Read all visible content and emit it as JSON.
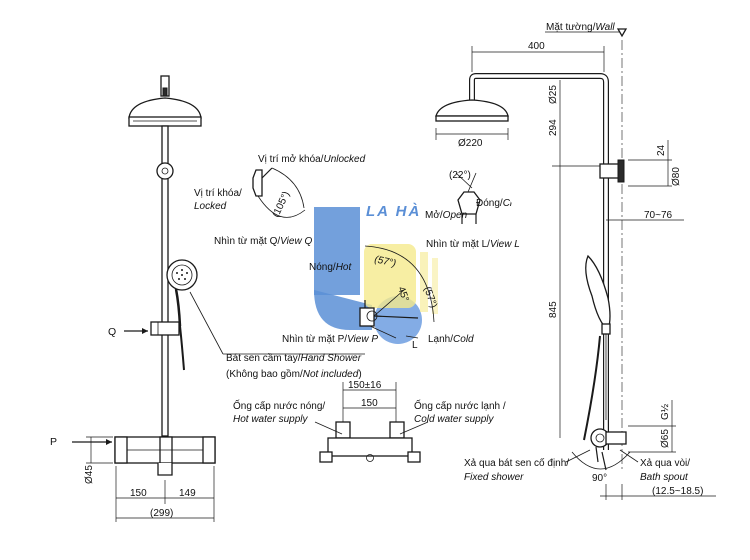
{
  "watermark": {
    "text": "LA HÀ",
    "colors": {
      "blue": "#5b8fd6",
      "yellow": "#f5ea8c"
    }
  },
  "labels": {
    "wall": {
      "vi": "Mặt tường/",
      "en": "Wall"
    },
    "unlocked": {
      "vi": "Vị trí mở khóa/",
      "en": "Unlocked"
    },
    "locked_vi": "Vị trí khóa/",
    "locked_en": "Locked",
    "view_q": {
      "vi": "Nhìn từ mặt Q/",
      "en": "View Q"
    },
    "open": {
      "vi": "Mở/",
      "en": "Open"
    },
    "close": {
      "vi": "Đóng/",
      "en": "Close"
    },
    "view_l": {
      "vi": "Nhìn từ mặt L/",
      "en": "View L"
    },
    "hot": {
      "vi": "Nóng/",
      "en": "Hot"
    },
    "cold": {
      "vi": "Lạnh/",
      "en": "Cold"
    },
    "view_p": {
      "vi": "Nhìn từ mặt P/",
      "en": "View P"
    },
    "hand_shower": {
      "vi": "Bát sen cầm tay/",
      "en": "Hand Shower"
    },
    "not_included": {
      "vi": "(Không bao gồm/",
      "en": "Not included",
      "close": ")"
    },
    "hot_supply_vi": "Ống cấp nước nóng/",
    "hot_supply_en": "Hot water supply",
    "cold_supply_vi": "Ống cấp nước lạnh /",
    "cold_supply_en": "Cold water supply",
    "fixed_shower_vi": "Xả qua bát sen cố định/",
    "fixed_shower_en": "Fixed shower",
    "bath_spout_vi": "Xả qua vòi/",
    "bath_spout_en": "Bath spout",
    "q": "Q",
    "p": "P",
    "l": "L"
  },
  "dimensions": {
    "d400": "400",
    "d25": "Ø25",
    "d294": "294",
    "d220": "Ø220",
    "d24": "24",
    "d80": "Ø80",
    "d70_76": "70~76",
    "d845": "845",
    "g12": "G½",
    "d65": "Ø65",
    "d90": "90°",
    "d12_18": "(12.5~18.5)",
    "d45": "Ø45",
    "d150a": "150",
    "d149": "149",
    "d299": "(299)",
    "d150_16": "150±16",
    "d150b": "150",
    "a105": "(105°)",
    "a22": "(22°)",
    "a57a": "(57°)",
    "a57b": "(57°)",
    "a45": "45°"
  }
}
